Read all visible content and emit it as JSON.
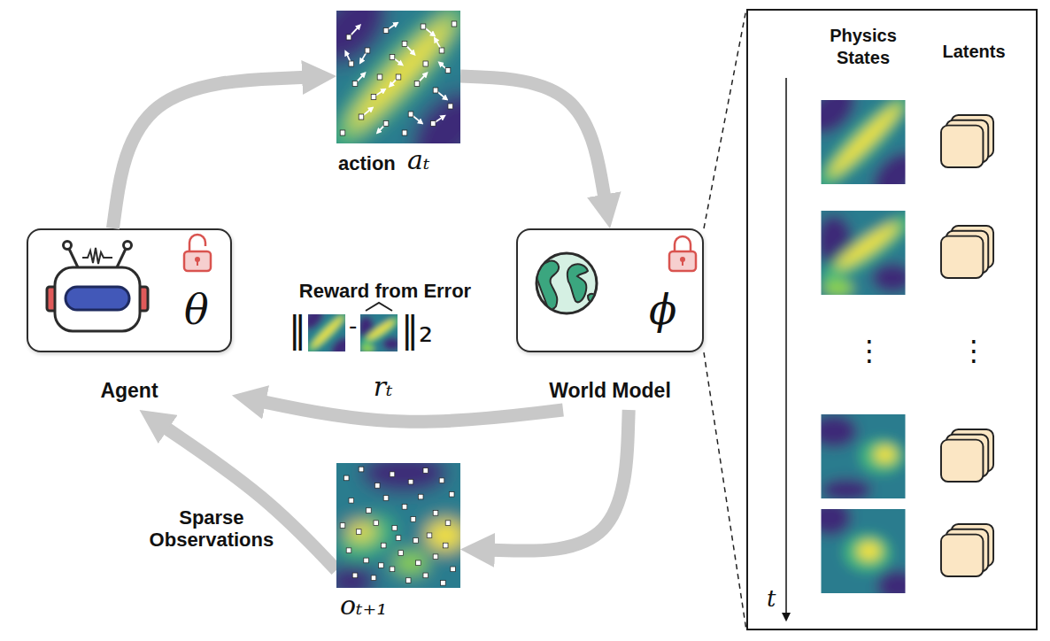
{
  "diagram": {
    "nodes": [
      {
        "text": [
          "θ",
          "Agent"
        ]
      },
      {
        "text": [
          "action",
          "aₜ"
        ]
      },
      {
        "text": [
          "ϕ",
          "World Model"
        ]
      },
      {
        "text": [
          "oₜ₊₁"
        ]
      },
      {
        "text": [
          "Physics States",
          "Latents"
        ]
      }
    ],
    "edges": [
      {
        "from": 0,
        "to": 1,
        "arrow": "to"
      },
      {
        "from": 1,
        "to": 2,
        "arrow": "to"
      },
      {
        "from": 2,
        "to": 0,
        "label": "rₜ",
        "arrow": "to"
      },
      {
        "from": 2,
        "to": 3,
        "arrow": "to"
      },
      {
        "from": 3,
        "to": 0,
        "label": "Sparse Observations",
        "arrow": "to"
      },
      {
        "from": 2,
        "to": 4,
        "arrow": "none"
      }
    ],
    "labels": [
      "Reward from Error",
      "‖",
      "-",
      "‖₂",
      "t",
      "⋮",
      "⋮"
    ]
  }
}
